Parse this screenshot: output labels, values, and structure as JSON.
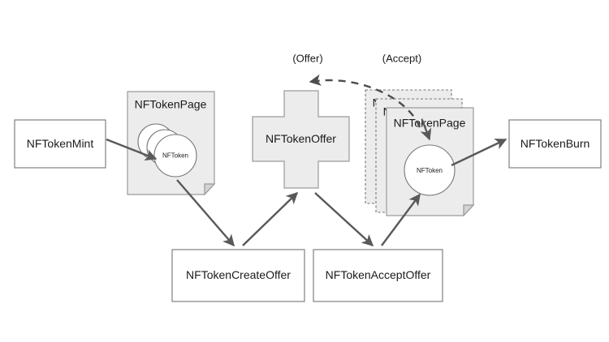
{
  "diagram": {
    "title": "XRPL NFToken lifecycle flow",
    "background_color": "#ffffff",
    "shape_fill": "#ececec",
    "shape_stroke": "#9a9a9a",
    "box_fill": "#ffffff",
    "box_stroke": "#808080",
    "arrow_color": "#595959",
    "text_color": "#1a1a1a",
    "nodes": {
      "mint": {
        "label": "NFTokenMint",
        "shape": "rectangle"
      },
      "page_left": {
        "label": "NFTokenPage",
        "shape": "document",
        "token_label": "NFToken",
        "token_count": 3
      },
      "offer": {
        "label": "NFTokenOffer",
        "shape": "cross"
      },
      "page_right": {
        "label": "NFTokenPage",
        "shape": "document-stack",
        "token_label": "NFToken",
        "stack_count": 3
      },
      "burn": {
        "label": "NFTokenBurn",
        "shape": "rectangle"
      },
      "create_offer": {
        "label": "NFTokenCreateOffer",
        "shape": "rectangle"
      },
      "accept_offer": {
        "label": "NFTokenAcceptOffer",
        "shape": "rectangle"
      }
    },
    "edge_labels": {
      "offer": "(Offer)",
      "accept": "(Accept)"
    },
    "edges": [
      {
        "from": "mint",
        "to": "page_left",
        "style": "solid"
      },
      {
        "from": "page_left",
        "to": "create_offer",
        "style": "solid"
      },
      {
        "from": "create_offer",
        "to": "offer",
        "style": "solid"
      },
      {
        "from": "offer",
        "to": "accept_offer",
        "style": "solid"
      },
      {
        "from": "accept_offer",
        "to": "page_right",
        "style": "solid"
      },
      {
        "from": "page_right",
        "to": "burn",
        "style": "solid"
      },
      {
        "from": "page_right",
        "to": "offer",
        "style": "dashed"
      }
    ]
  }
}
